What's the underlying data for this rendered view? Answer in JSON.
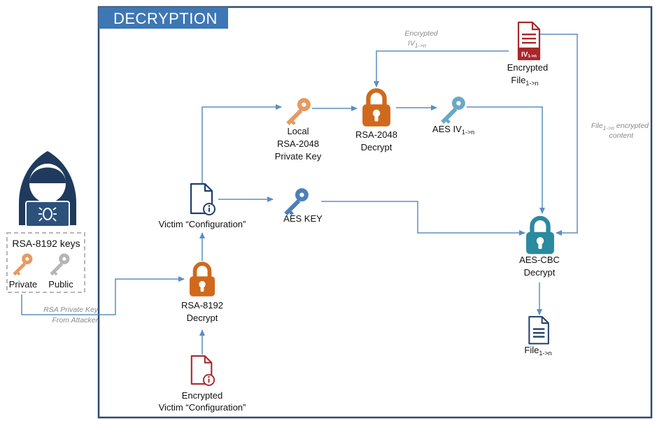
{
  "title": "DECRYPTION",
  "keys_box": {
    "title": "RSA-8192 keys",
    "private": "Private",
    "public": "Public"
  },
  "attacker_note": {
    "line1": "RSA Private Key",
    "line2": "From Attacker"
  },
  "enc_config": {
    "line1": "Encrypted",
    "line2": "Victim “Configuration”"
  },
  "rsa8192": {
    "line1": "RSA-8192",
    "line2": "Decrypt"
  },
  "victim_config": "Victim “Configuration”",
  "local_key": {
    "line1": "Local",
    "line2": "RSA-2048",
    "line3": "Private Key"
  },
  "rsa2048": {
    "line1": "RSA-2048",
    "line2": "Decrypt"
  },
  "aes_iv": {
    "text": "AES IV",
    "sub": "1->n"
  },
  "enc_iv_note": {
    "line1": "Encrypted",
    "line2": "IV",
    "sub": "1->n"
  },
  "enc_file": {
    "line1": "Encrypted",
    "line2": "File",
    "sub": "1->n",
    "doc_badge": "IV",
    "doc_badge_sub": "1->n"
  },
  "content_note": {
    "line1a": "File",
    "sub": "1->n",
    "line1b": " encrypted",
    "line2": "content"
  },
  "aes_key": "AES KEY",
  "aes_cbc": {
    "line1": "AES-CBC",
    "line2": "Decrypt"
  },
  "file_out": {
    "text": "File",
    "sub": "1->n"
  },
  "colors": {
    "frame": "#2f4b6c",
    "title_bg": "#3d77b5",
    "orange": "#d0691c",
    "teal": "#2a8aa0",
    "lightblue": "#69a9c4",
    "red": "#a8282b",
    "navy": "#1f3f6e",
    "key_orange": "#e59a62",
    "key_grey": "#b5b5b5",
    "arrow": "#5b8ec4",
    "hacker": "#1f3a5c"
  }
}
